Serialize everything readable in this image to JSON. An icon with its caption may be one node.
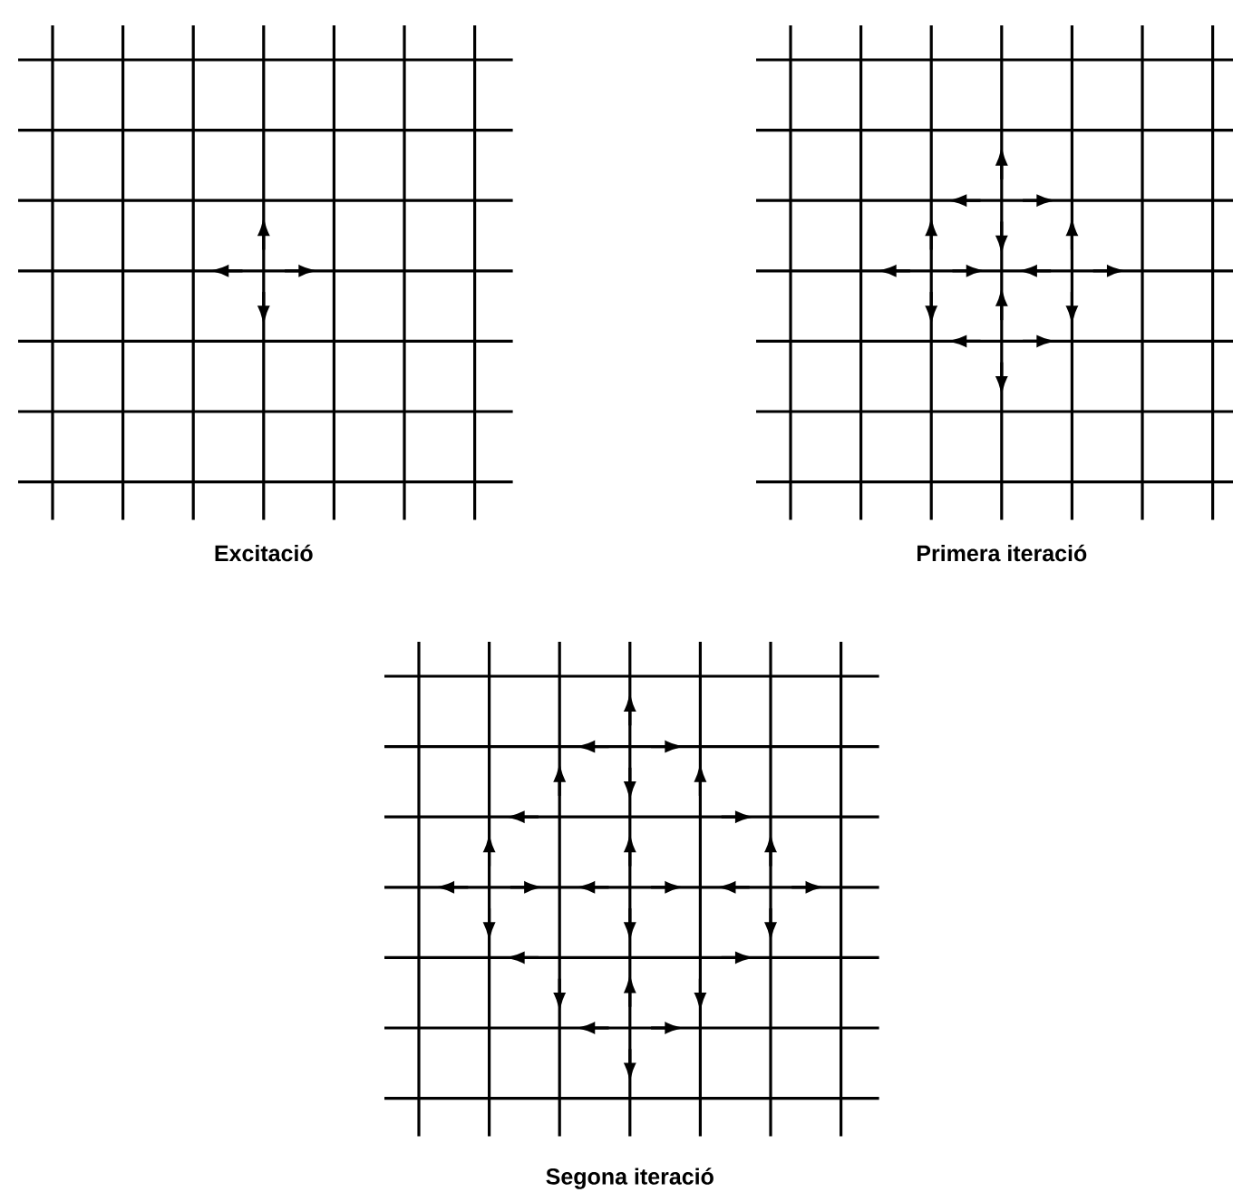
{
  "diagram": {
    "labels": [
      "Excitació",
      "Primera iteració",
      "Segona iteració"
    ]
  }
}
